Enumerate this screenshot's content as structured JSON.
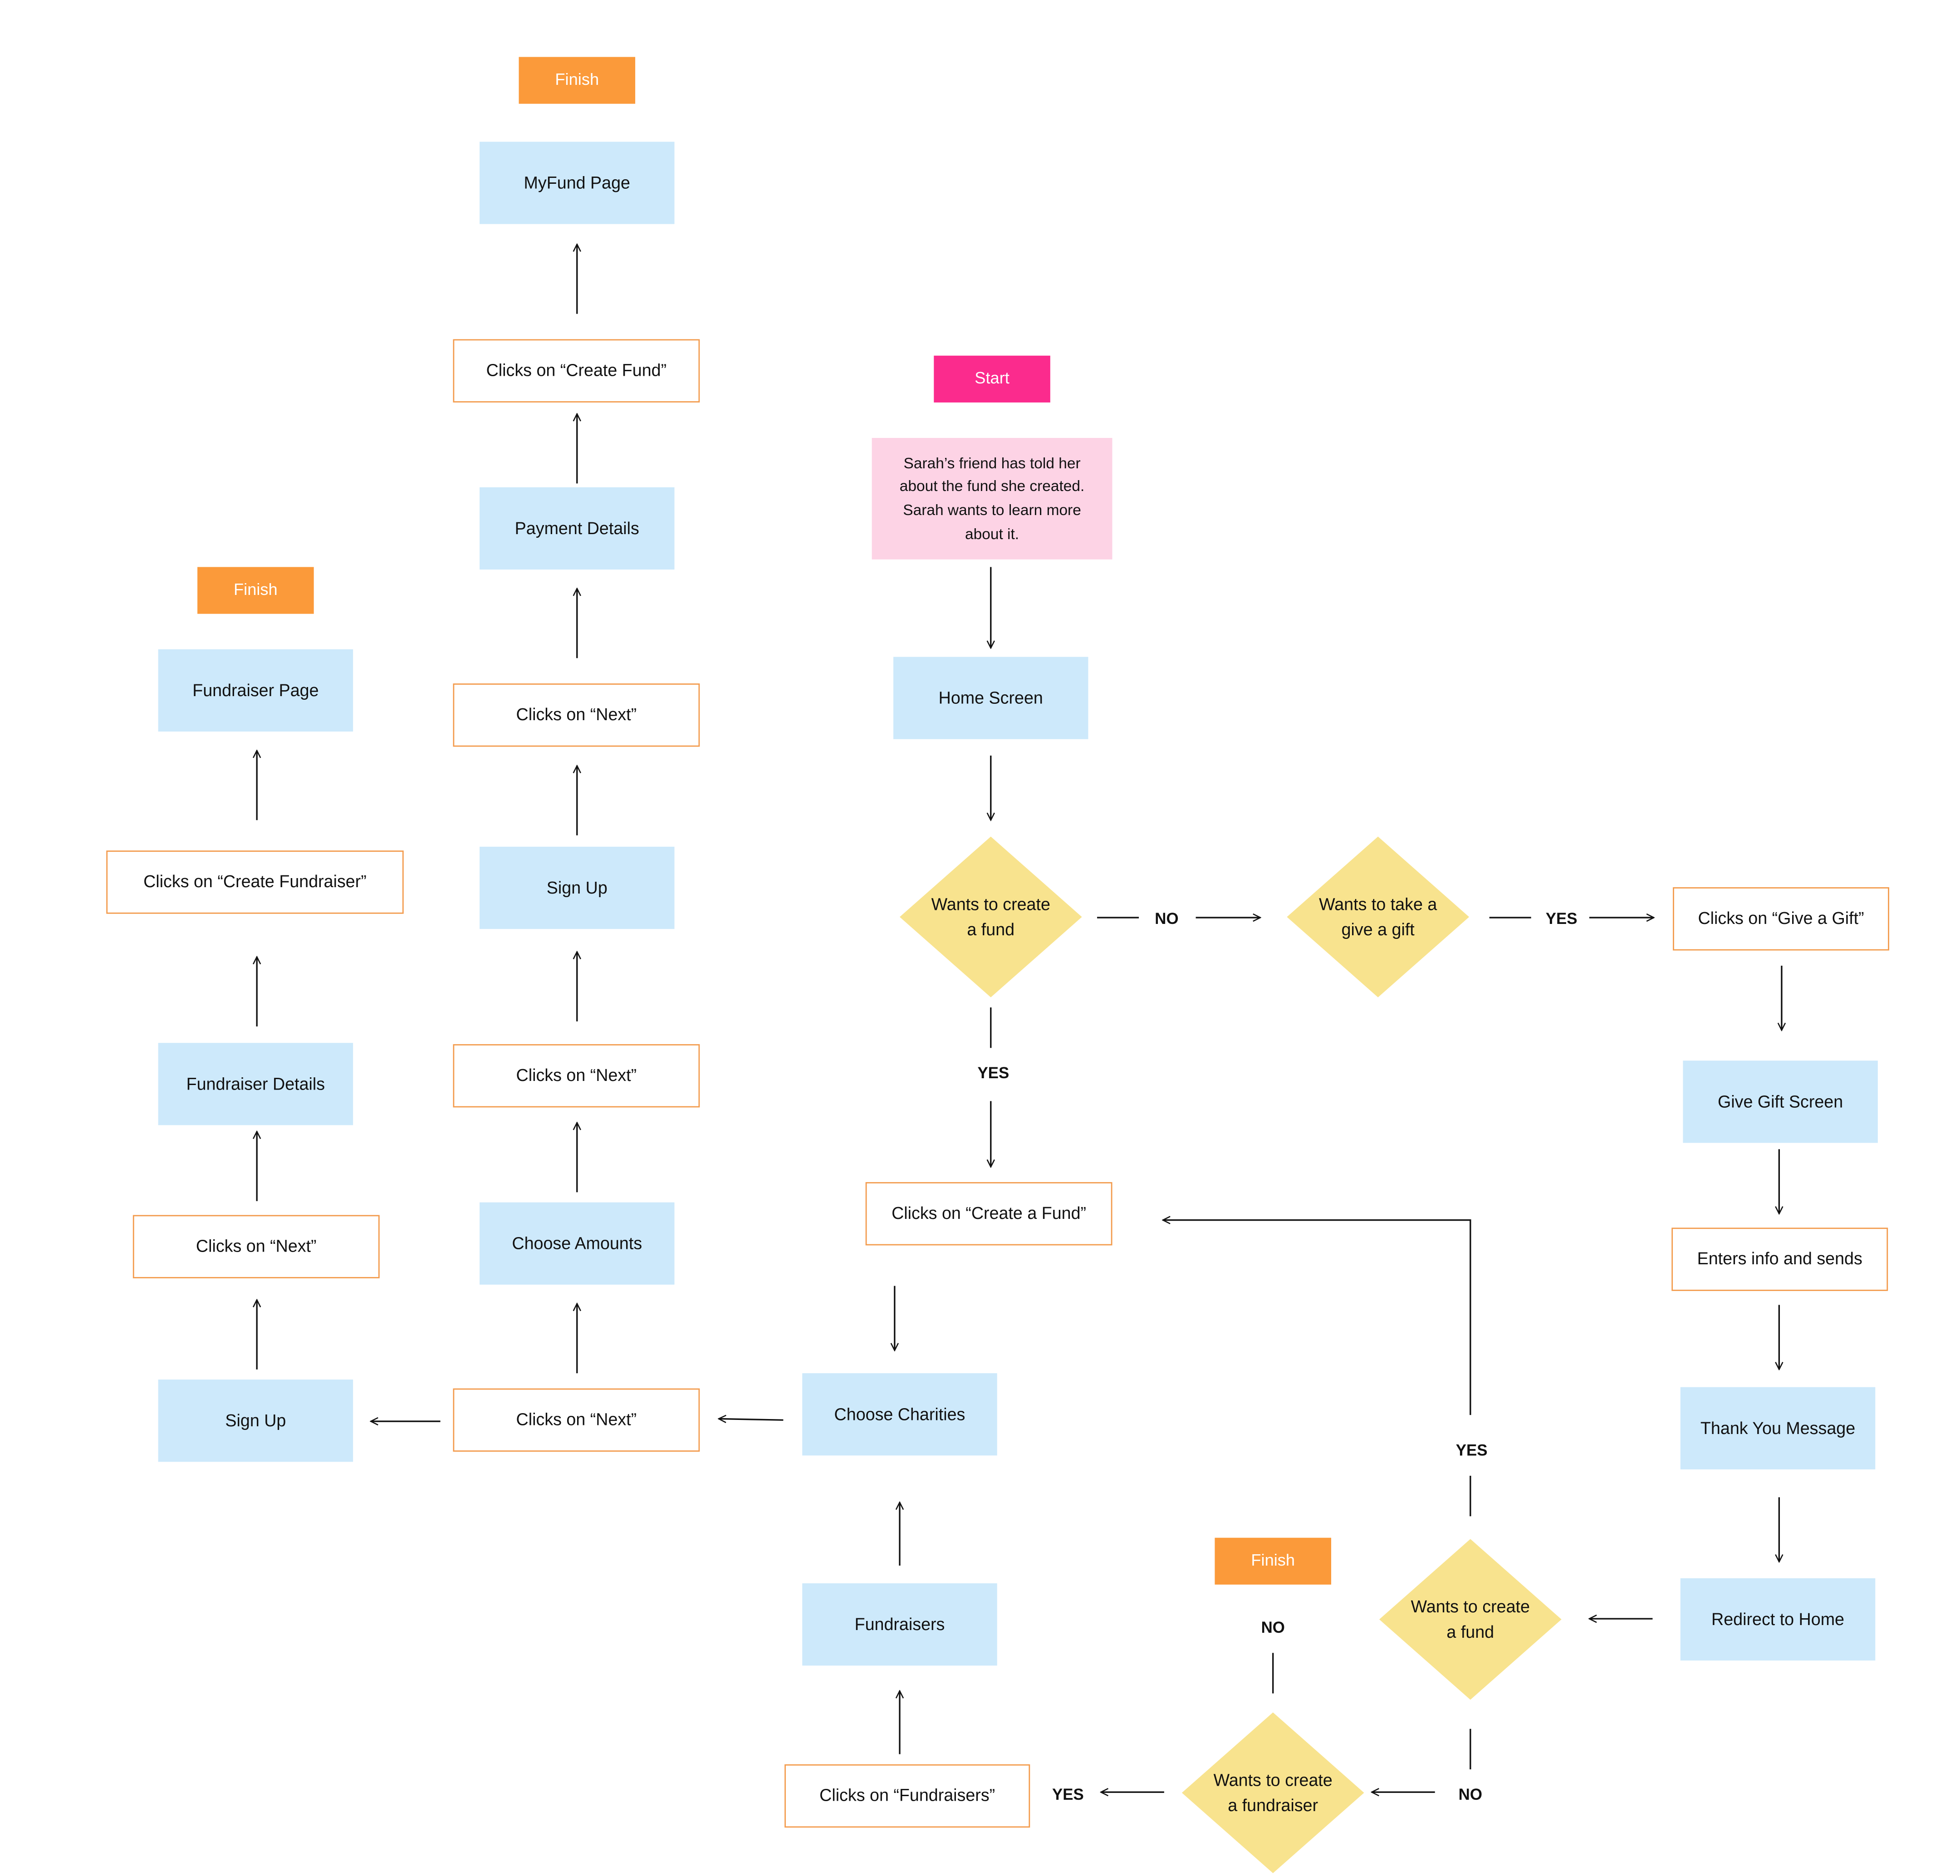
{
  "colors": {
    "screen": "#cde9fb",
    "action_border": "#f39b4d",
    "finish": "#fb9a3a",
    "start": "#fb2b8d",
    "note": "#fdd3e5",
    "decision": "#f8e38e"
  },
  "nodes": {
    "start": "Start",
    "scenario": "Sarah’s friend has told her about the fund she created. Sarah wants to learn more about it.",
    "home_screen": "Home Screen",
    "decision_create_fund": "Wants to create a fund",
    "decision_gift": "Wants to take a give a gift",
    "clicks_give_gift": "Clicks on “Give a Gift”",
    "give_gift_screen": "Give Gift Screen",
    "enters_info": "Enters info and sends",
    "thank_you": "Thank You Message",
    "redirect_home": "Redirect to Home",
    "decision_create_fund_2": "Wants to create a fund",
    "decision_fundraiser": "Wants to create a fundraiser",
    "finish_right": "Finish",
    "clicks_fundraisers": "Clicks on “Fundraisers”",
    "fundraisers": "Fundraisers",
    "clicks_create_a_fund": "Clicks on “Create a Fund”",
    "choose_charities": "Choose Charities",
    "clicks_next_bottom": "Clicks on “Next”",
    "choose_amounts": "Choose Amounts",
    "clicks_next_mid": "Clicks on “Next”",
    "sign_up_mid": "Sign Up",
    "clicks_next_top": "Clicks on “Next”",
    "payment_details": "Payment Details",
    "clicks_create_fund": "Clicks on “Create Fund”",
    "myfund_page": "MyFund Page",
    "finish_top": "Finish",
    "sign_up_left": "Sign Up",
    "clicks_next_left": "Clicks on “Next”",
    "fundraiser_details": "Fundraiser Details",
    "clicks_create_fundraiser": "Clicks on “Create Fundraiser”",
    "fundraiser_page": "Fundraiser Page",
    "finish_left": "Finish"
  },
  "labels": {
    "no_1": "NO",
    "yes_1": "YES",
    "yes_2": "YES",
    "yes_3": "YES",
    "no_2": "NO",
    "no_3": "NO",
    "yes_4": "YES"
  }
}
